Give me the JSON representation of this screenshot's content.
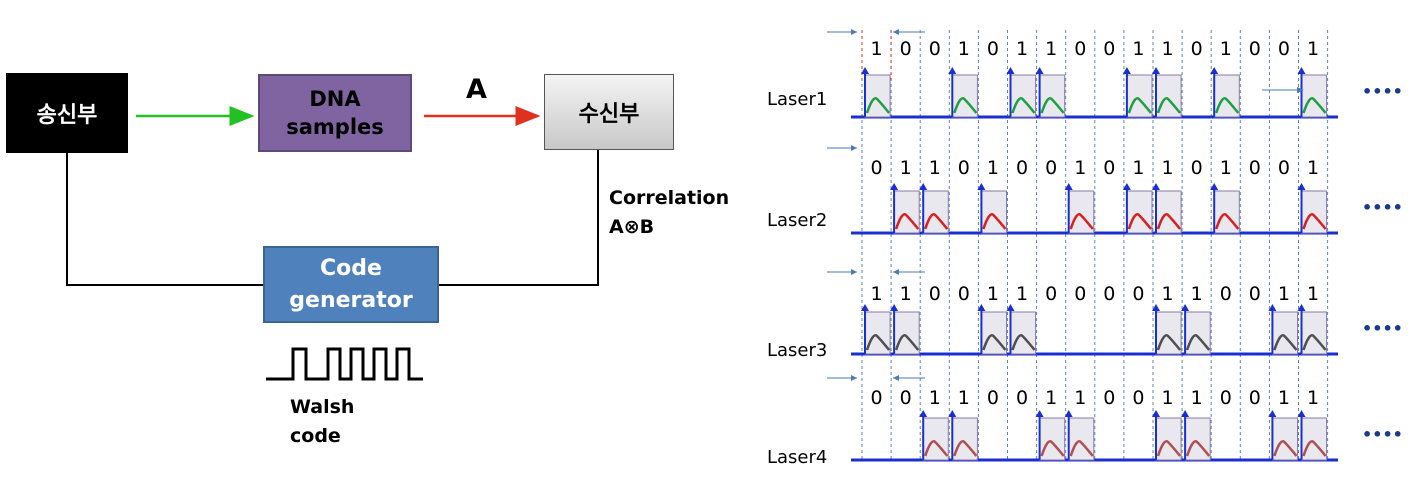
{
  "block_diagram": {
    "transmitter": "송신부",
    "dna_samples": "DNA\nsamples",
    "receiver": "수신부",
    "code_generator": "Code\ngenerator",
    "signal_a": "A",
    "correlation": "Correlation\nA⊗B",
    "walsh_code": "Walsh\ncode",
    "arrow_colors": {
      "tx_to_dna": "#22c022",
      "dna_to_rx": "#e03020"
    }
  },
  "timing": {
    "continuation": "••••",
    "lasers": [
      {
        "label": "Laser1",
        "bits": "1001011001101001",
        "color": "#1fa040"
      },
      {
        "label": "Laser2",
        "bits": "0110100101101001",
        "color": "#d82020"
      },
      {
        "label": "Laser3",
        "bits": "1100110000110011",
        "color": "#505050"
      },
      {
        "label": "Laser4",
        "bits": "0011001100110011",
        "color": "#b05050"
      }
    ]
  }
}
